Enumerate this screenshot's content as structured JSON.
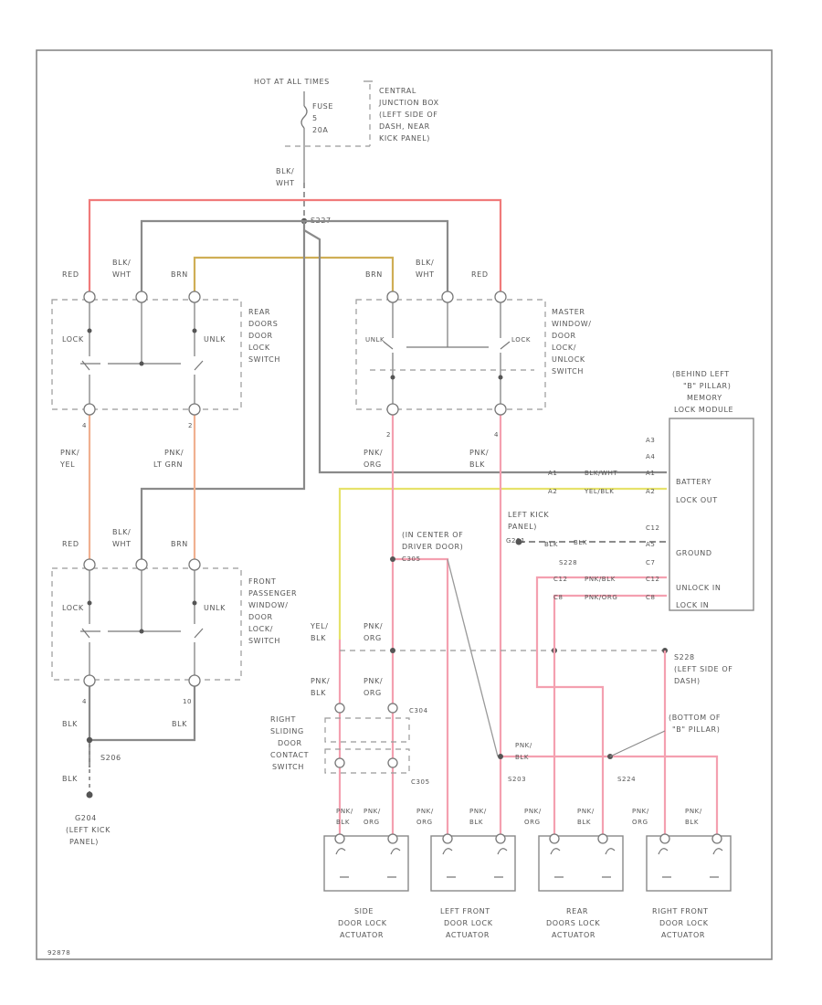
{
  "power": {
    "hot": "HOT AT ALL TIMES",
    "fuse_label": "FUSE",
    "fuse_num": "5",
    "fuse_amp": "20A",
    "junction": [
      "CENTRAL",
      "JUNCTION BOX",
      "(LEFT SIDE OF",
      "DASH, NEAR",
      "KICK PANEL)"
    ],
    "wire": [
      "BLK/",
      "WHT"
    ],
    "splice": "S227"
  },
  "switches": {
    "rear": {
      "name": [
        "REAR",
        "DOORS",
        "DOOR",
        "LOCK",
        "SWITCH"
      ],
      "lock": "LOCK",
      "unlk": "UNLK",
      "wires": [
        "RED",
        "BLK/\nWHT",
        "BRN"
      ],
      "pins": [
        "4",
        "2"
      ]
    },
    "master": {
      "name": [
        "MASTER",
        "WINDOW/",
        "DOOR",
        "LOCK/",
        "UNLOCK",
        "SWITCH"
      ],
      "unlk": "UNLK",
      "lock": "LOCK",
      "wires": [
        "BRN",
        "BLK/\nWHT",
        "RED"
      ],
      "pins": [
        "2",
        "4"
      ]
    },
    "front": {
      "name": [
        "FRONT",
        "PASSENGER",
        "WINDOW/",
        "DOOR",
        "LOCK/",
        "SWITCH"
      ],
      "lock": "LOCK",
      "unlk": "UNLK",
      "wires": [
        "RED",
        "BLK/\nWHT",
        "BRN"
      ],
      "pins": [
        "4",
        "10"
      ]
    }
  },
  "wire_labels": {
    "pnk_yel": [
      "PNK/",
      "YEL"
    ],
    "pnk_ltgrn": [
      "PNK/",
      "LT GRN"
    ],
    "pnk_org": [
      "PNK/",
      "ORG"
    ],
    "pnk_blk": [
      "PNK/",
      "BLK"
    ],
    "yel_blk": [
      "YEL/",
      "BLK"
    ],
    "blk": "BLK"
  },
  "module": {
    "header": [
      "(BEHIND LEFT",
      "\"B\" PILLAR)",
      "MEMORY",
      "LOCK MODULE"
    ],
    "pins": [
      {
        "pin": "A3",
        "label": ""
      },
      {
        "pin": "A1",
        "label": "BATTERY",
        "wire": "BLK/WHT"
      },
      {
        "pin": "A2",
        "label": "LOCK OUT",
        "wire": "YEL/BLK"
      },
      {
        "pin": "A4",
        "label": "",
        "wire": ""
      },
      {
        "pin": "A5",
        "label": "GROUND",
        "wire": "BLK"
      },
      {
        "pin": "C7",
        "label": "",
        "wire": ""
      },
      {
        "pin": "C12",
        "label": "UNLOCK IN",
        "wire": "PNK/BLK"
      },
      {
        "pin": "C8",
        "label": "LOCK IN",
        "wire": "PNK/ORG"
      }
    ]
  },
  "ground_near": {
    "label": [
      "LEFT KICK",
      "PANEL)"
    ],
    "g": "G201"
  },
  "driver_note": [
    "(IN CENTER OF",
    "DRIVER DOOR)"
  ],
  "s_labels": {
    "s228": "S228",
    "s206": "S206",
    "s203": "S203",
    "s224": "S224",
    "c305": "C305",
    "c304": "C304"
  },
  "c304": [
    "C304"
  ],
  "side_note": [
    "S228",
    "(LEFT SIDE OF",
    "DASH)"
  ],
  "bottom_note": [
    "(BOTTOM OF",
    "\"B\" PILLAR)"
  ],
  "sliding": [
    "RIGHT",
    "SLIDING",
    "DOOR",
    "CONTACT",
    "SWITCH"
  ],
  "ground": {
    "label": [
      "G204",
      "(LEFT KICK",
      "PANEL)"
    ],
    "splice": "S206"
  },
  "actuators": [
    {
      "name": [
        "SIDE",
        "DOOR LOCK",
        "ACTUATOR"
      ],
      "wires": [
        "PNK/\nBLK",
        "PNK/\nORG"
      ]
    },
    {
      "name": [
        "LEFT FRONT",
        "DOOR LOCK",
        "ACTUATOR"
      ],
      "wires": [
        "PNK/\nORG",
        "PNK/\nBLK"
      ]
    },
    {
      "name": [
        "REAR",
        "DOORS LOCK",
        "ACTUATOR"
      ],
      "wires": [
        "PNK/\nORG",
        "PNK/\nBLK"
      ]
    },
    {
      "name": [
        "RIGHT FRONT",
        "DOOR LOCK",
        "ACTUATOR"
      ],
      "wires": [
        "PNK/\nORG",
        "PNK/\nBLK"
      ]
    }
  ],
  "footer": "92878"
}
